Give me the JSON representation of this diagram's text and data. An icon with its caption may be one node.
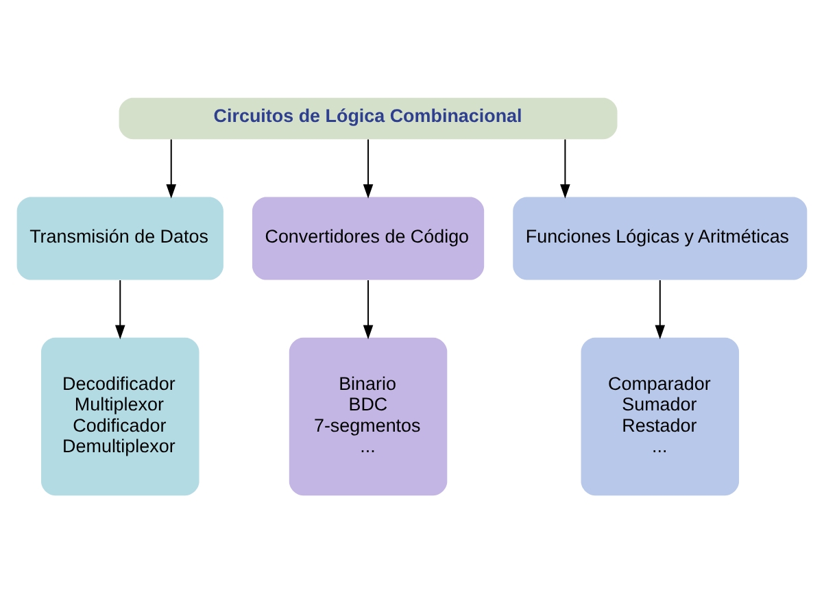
{
  "diagram": {
    "nodes": [
      {
        "text": [
          "Circuitos de Lógica Combinacional"
        ]
      },
      {
        "text": [
          "Transmisión de Datos"
        ]
      },
      {
        "text": [
          "Convertidores de Código"
        ]
      },
      {
        "text": [
          "Funciones Lógicas y Aritméticas"
        ]
      },
      {
        "text": [
          "Decodificador",
          "Multiplexor",
          "Codificador",
          "Demultiplexor"
        ]
      },
      {
        "text": [
          "Binario",
          "BDC",
          "7-segmentos",
          "..."
        ]
      },
      {
        "text": [
          "Comparador",
          "Sumador",
          "Restador",
          "..."
        ]
      }
    ],
    "edges": [
      {
        "from": 0,
        "to": 1,
        "arrow": "to"
      },
      {
        "from": 0,
        "to": 2,
        "arrow": "to"
      },
      {
        "from": 0,
        "to": 3,
        "arrow": "to"
      },
      {
        "from": 1,
        "to": 4,
        "arrow": "to"
      },
      {
        "from": 2,
        "to": 5,
        "arrow": "to"
      },
      {
        "from": 3,
        "to": 6,
        "arrow": "to"
      }
    ]
  }
}
